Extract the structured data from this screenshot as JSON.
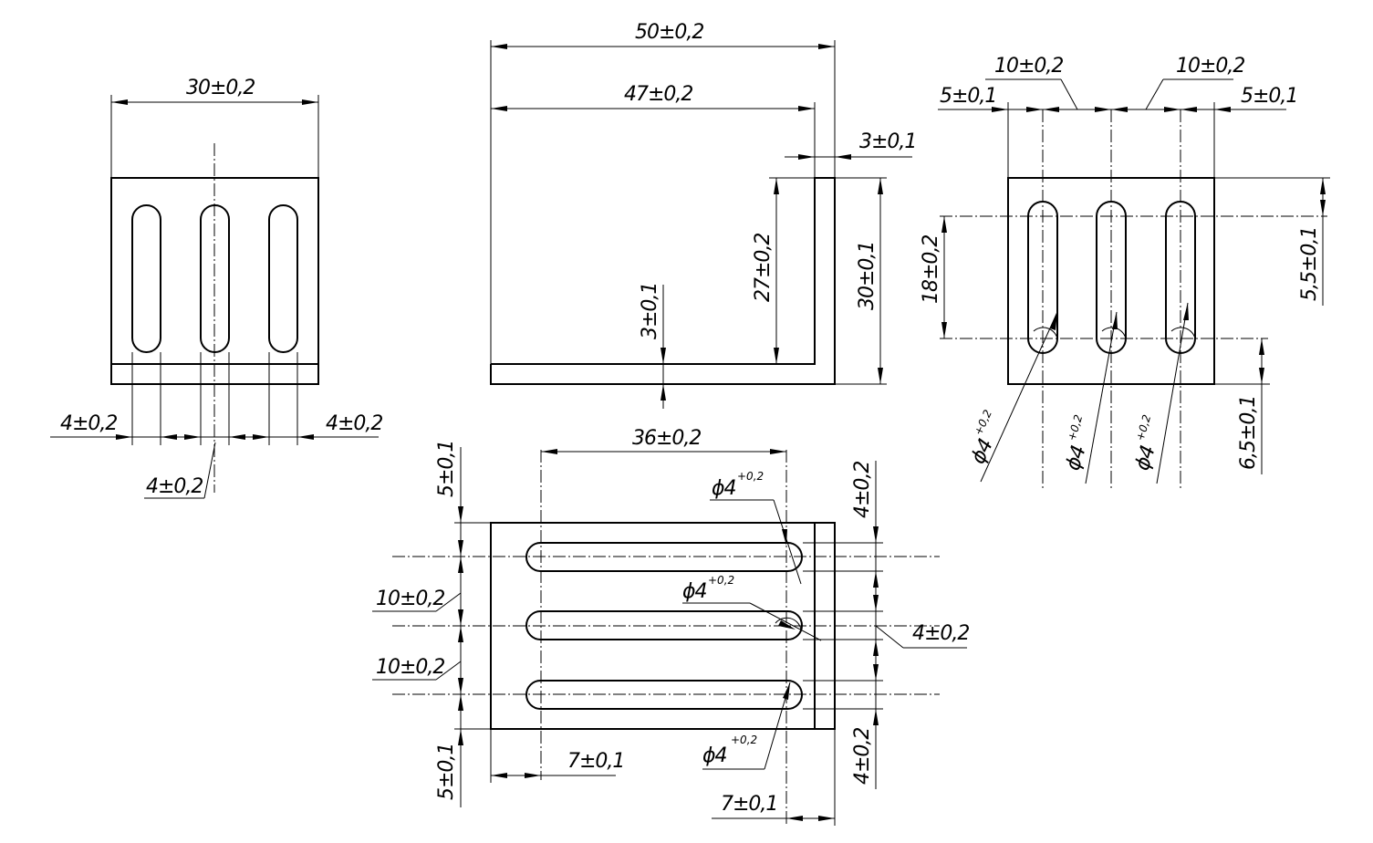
{
  "drawing": {
    "views": [
      "front-view",
      "side-view",
      "right-view",
      "top-view"
    ],
    "dimensions": {
      "front_width": "30±0,2",
      "front_slot_left": "4±0,2",
      "front_slot_right": "4±0,2",
      "front_slot_center": "4±0,2",
      "side_total_length": "50±0,2",
      "side_inner_length": "47±0,2",
      "side_wall_thickness": "3±0,1",
      "side_inner_height": "27±0,2",
      "side_total_height": "30±0,1",
      "side_base_thickness": "3±0,1",
      "right_edge_left": "5±0,1",
      "right_pitch_left": "10±0,2",
      "right_pitch_right": "10±0,2",
      "right_edge_right": "5±0,1",
      "right_slot_length": "18±0,2",
      "right_top_offset": "5,5±0,1",
      "right_bottom_offset": "6,5±0,1",
      "right_diam_1": "ϕ4",
      "right_diam_2": "ϕ4",
      "right_diam_3": "ϕ4",
      "top_slot_length": "36±0,2",
      "top_diam_1": "ϕ4",
      "top_diam_2": "ϕ4",
      "top_diam_3": "ϕ4",
      "top_edge_top": "5±0,1",
      "top_pitch_1": "10±0,2",
      "top_pitch_2": "10±0,2",
      "top_edge_bottom": "5±0,1",
      "top_slot_width_top": "4±0,2",
      "top_slot_width_mid": "4±0,2",
      "top_slot_width_bottom": "4±0,2",
      "top_offset_left": "7±0,1",
      "top_offset_right": "7±0,1",
      "tolerance_plus": "+0,2"
    }
  }
}
